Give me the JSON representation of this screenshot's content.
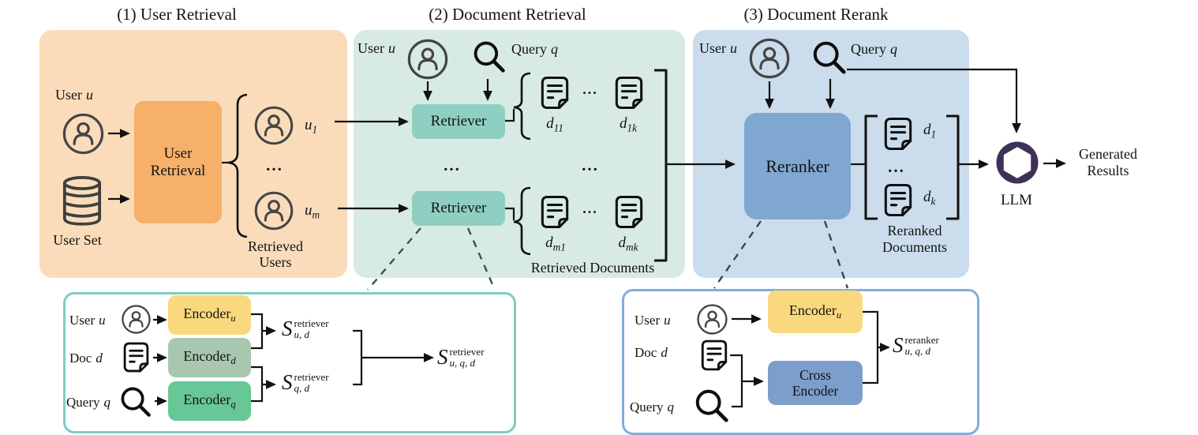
{
  "titles": {
    "stage1": "(1) User Retrieval",
    "stage2": "(2) Document Retrieval",
    "stage3": "(3) Document Rerank"
  },
  "ellipsis": "...",
  "panel1": {
    "user": {
      "label": "User",
      "var": "u"
    },
    "user_set_label": "User Set",
    "box_line1": "User",
    "box_line2": "Retrieval",
    "u1": {
      "base": "u",
      "sub": "1"
    },
    "um": {
      "base": "u",
      "sub": "m"
    },
    "retrieved_line1": "Retrieved",
    "retrieved_line2": "Users"
  },
  "panel2": {
    "user": {
      "label": "User",
      "var": "u"
    },
    "query": {
      "label": "Query",
      "var": "q"
    },
    "retriever1_label": "Retriever",
    "retriever2_label": "Retriever",
    "d11": {
      "base": "d",
      "sub": "11"
    },
    "d1k": {
      "base": "d",
      "sub": "1k"
    },
    "dm1": {
      "base": "d",
      "sub": "m1"
    },
    "dmk": {
      "base": "d",
      "sub": "mk"
    },
    "retrieved_docs_label": "Retrieved Documents"
  },
  "panel3": {
    "user": {
      "label": "User",
      "var": "u"
    },
    "query": {
      "label": "Query",
      "var": "q"
    },
    "reranker_label": "Reranker",
    "d1": {
      "base": "d",
      "sub": "1"
    },
    "dk": {
      "base": "d",
      "sub": "k"
    },
    "reranked_line1": "Reranked",
    "reranked_line2": "Documents"
  },
  "llm": {
    "label": "LLM",
    "output_line1": "Generated",
    "output_line2": "Results"
  },
  "retriever_detail": {
    "user": {
      "label": "User",
      "var": "u"
    },
    "doc": {
      "label": "Doc",
      "var": "d"
    },
    "query": {
      "label": "Query",
      "var": "q"
    },
    "encoder_u": {
      "base": "Encoder",
      "sub": "u"
    },
    "encoder_d": {
      "base": "Encoder",
      "sub": "d"
    },
    "encoder_q": {
      "base": "Encoder",
      "sub": "q"
    },
    "s_ud": {
      "base": "S",
      "sup": "retriever",
      "sub": "u, d"
    },
    "s_qd": {
      "base": "S",
      "sup": "retriever",
      "sub": "q, d"
    },
    "s_uqd": {
      "base": "S",
      "sup": "retriever",
      "sub": "u, q, d"
    }
  },
  "reranker_detail": {
    "user": {
      "label": "User",
      "var": "u"
    },
    "doc": {
      "label": "Doc",
      "var": "d"
    },
    "query": {
      "label": "Query",
      "var": "q"
    },
    "encoder_u": {
      "base": "Encoder",
      "sub": "u"
    },
    "cross_line1": "Cross",
    "cross_line2": "Encoder",
    "s_uqd": {
      "base": "S",
      "sup": "reranker",
      "sub": "u, q, d"
    }
  },
  "colors": {
    "panel1_bg": "#FBDCBA",
    "panel1_box": "#F6B06A",
    "panel2_bg": "#D8EAE4",
    "retriever_box": "#8FCFC2",
    "panel3_bg": "#CBDDEC",
    "reranker_box": "#7FA7D1",
    "encoder_u": "#FAD87E",
    "encoder_d": "#A9C6AF",
    "encoder_q": "#67C795",
    "cross_encoder": "#7D9DCB",
    "detail_border_teal": "#7ECCC1",
    "detail_border_blue": "#84ACDC",
    "openai_purple": "#3E3157",
    "icon_gray": "#454545",
    "line_black": "#111111"
  }
}
